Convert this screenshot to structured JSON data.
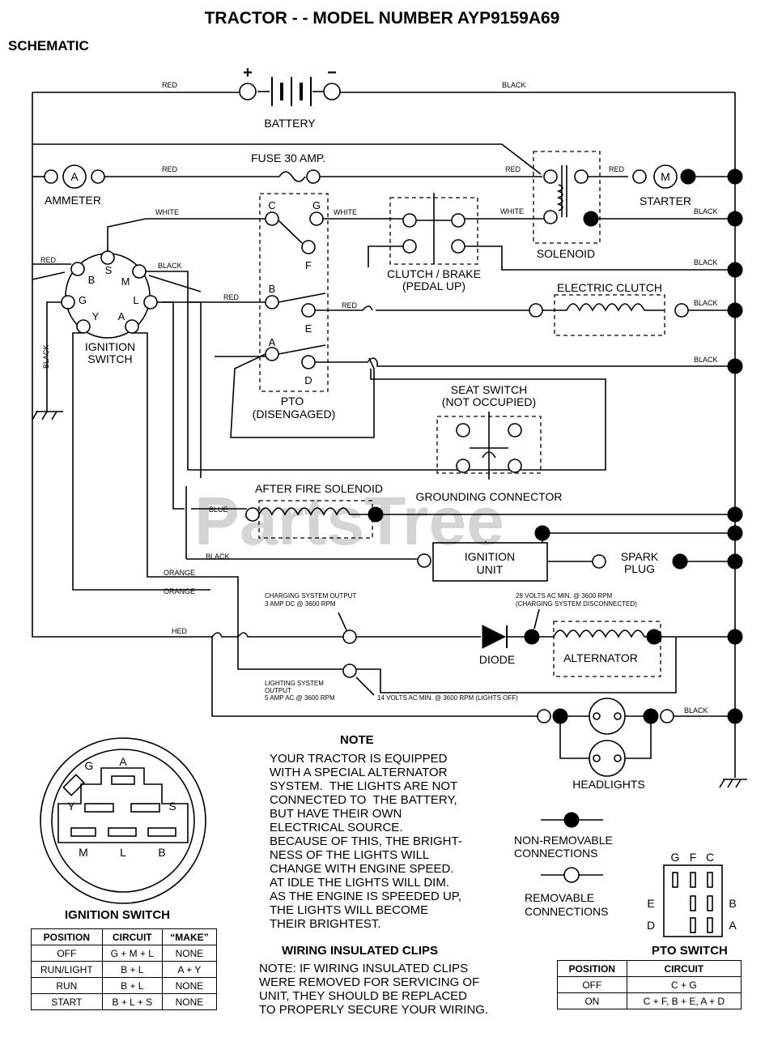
{
  "title": "TRACTOR - - MODEL NUMBER AYP9159A69",
  "subtitle": "SCHEMATIC",
  "watermark": "PartsTree",
  "components": {
    "battery": "BATTERY",
    "battery_plus": "+",
    "battery_minus": "−",
    "fuse": "FUSE 30 AMP.",
    "ammeter": "AMMETER",
    "ammeter_symbol": "A",
    "starter": "STARTER",
    "starter_symbol": "M",
    "solenoid": "SOLENOID",
    "clutch_brake": "CLUTCH / BRAKE",
    "clutch_brake_state": "(PEDAL UP)",
    "electric_clutch": "ELECTRIC CLUTCH",
    "ignition_switch_1": "IGNITION",
    "ignition_switch_2": "SWITCH",
    "pto": "PTO",
    "pto_state": "(DISENGAGED)",
    "seat_switch": "SEAT SWITCH",
    "seat_switch_state": "(NOT OCCUPIED)",
    "grounding_connector": "GROUNDING CONNECTOR",
    "after_fire_solenoid": "AFTER FIRE SOLENOID",
    "ignition_unit_1": "IGNITION",
    "ignition_unit_2": "UNIT",
    "spark_plug_1": "SPARK",
    "spark_plug_2": "PLUG",
    "diode": "DIODE",
    "alternator": "ALTERNATOR",
    "headlights": "HEADLIGHTS"
  },
  "terminals": {
    "ign": [
      "S",
      "B",
      "M",
      "G",
      "L",
      "Y",
      "A"
    ],
    "pto": [
      "C",
      "G",
      "F",
      "B",
      "E",
      "A",
      "D"
    ]
  },
  "wires": {
    "red": "RED",
    "black": "BLACK",
    "white": "WHITE",
    "blue": "BLUE",
    "orange": "ORANGE",
    "red_misprint": "HED"
  },
  "annotations": {
    "charging_output_1": "CHARGING SYSTEM OUTPUT",
    "charging_output_2": "3 AMP DC @ 3600 RPM",
    "volts_ac_1": "28 VOLTS AC MIN. @ 3600 RPM",
    "volts_ac_2": "(CHARGING SYSTEM DISCONNECTED)",
    "lighting_output_1": "LIGHTING SYSTEM",
    "lighting_output_2": "OUTPUT",
    "lighting_output_3": "5 AMP AC @ 3600 RPM",
    "lights_off": "14 VOLTS AC MIN. @ 3600 RPM (LIGHTS OFF)"
  },
  "note": {
    "heading": "NOTE",
    "lines": [
      "YOUR TRACTOR IS EQUIPPED",
      "WITH A SPECIAL ALTERNATOR",
      "SYSTEM.  THE LIGHTS ARE NOT",
      "CONNECTED TO  THE BATTERY,",
      "BUT HAVE THEIR OWN",
      "ELECTRICAL SOURCE.",
      "BECAUSE OF THIS, THE BRIGHT-",
      "NESS OF THE LIGHTS WILL",
      "CHANGE WITH ENGINE SPEED.",
      "AT IDLE THE LIGHTS WILL DIM.",
      "AS THE ENGINE IS SPEEDED UP,",
      "THE LIGHTS WILL BECOME",
      "THEIR BRIGHTEST."
    ]
  },
  "clips": {
    "heading": "WIRING INSULATED CLIPS",
    "lines": [
      "NOTE: IF WIRING INSULATED CLIPS",
      "WERE REMOVED FOR SERVICING OF",
      "UNIT, THEY SHOULD BE REPLACED",
      "TO PROPERLY SECURE YOUR WIRING."
    ]
  },
  "legend": {
    "non_removable_1": "NON-REMOVABLE",
    "non_removable_2": "CONNECTIONS",
    "removable_1": "REMOVABLE",
    "removable_2": "CONNECTIONS"
  },
  "ignition_switch_table": {
    "title": "IGNITION SWITCH",
    "headers": [
      "POSITION",
      "CIRCUIT",
      "“MAKE”"
    ],
    "rows": [
      [
        "OFF",
        "G + M + L",
        "NONE"
      ],
      [
        "RUN/LIGHT",
        "B + L",
        "A + Y"
      ],
      [
        "RUN",
        "B + L",
        "NONE"
      ],
      [
        "START",
        "B + L + S",
        "NONE"
      ]
    ]
  },
  "pto_switch_table": {
    "title": "PTO SWITCH",
    "headers": [
      "POSITION",
      "CIRCUIT"
    ],
    "rows": [
      [
        "OFF",
        "C + G"
      ],
      [
        "ON",
        "C + F, B + E, A + D"
      ]
    ]
  }
}
